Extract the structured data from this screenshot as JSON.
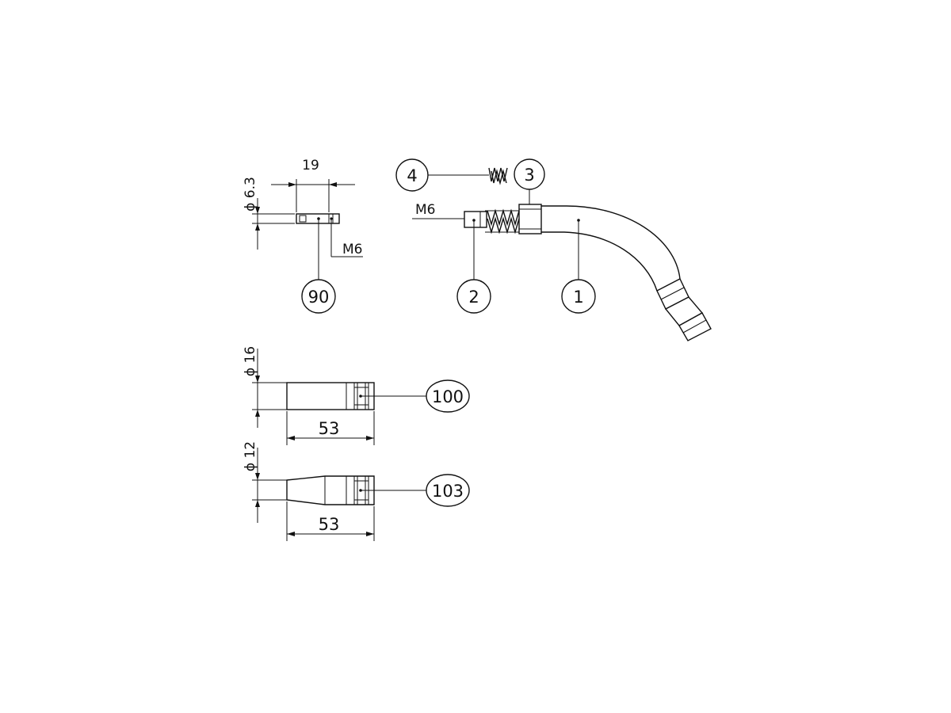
{
  "dimensions": {
    "tip_diameter": "ϕ 6.3",
    "tip_length": "19",
    "tip_thread": "M6",
    "neck_thread": "M6",
    "nozzle_100_diameter": "ϕ 16",
    "nozzle_100_length": "53",
    "nozzle_103_diameter": "ϕ 12",
    "nozzle_103_length": "53"
  },
  "part_labels": {
    "tip": "90",
    "spring": "4",
    "insulator": "3",
    "adapter": "2",
    "neck": "1",
    "nozzle_cylindrical": "100",
    "nozzle_conical": "103"
  },
  "colors": {
    "line": "#111111",
    "background": "#ffffff"
  }
}
